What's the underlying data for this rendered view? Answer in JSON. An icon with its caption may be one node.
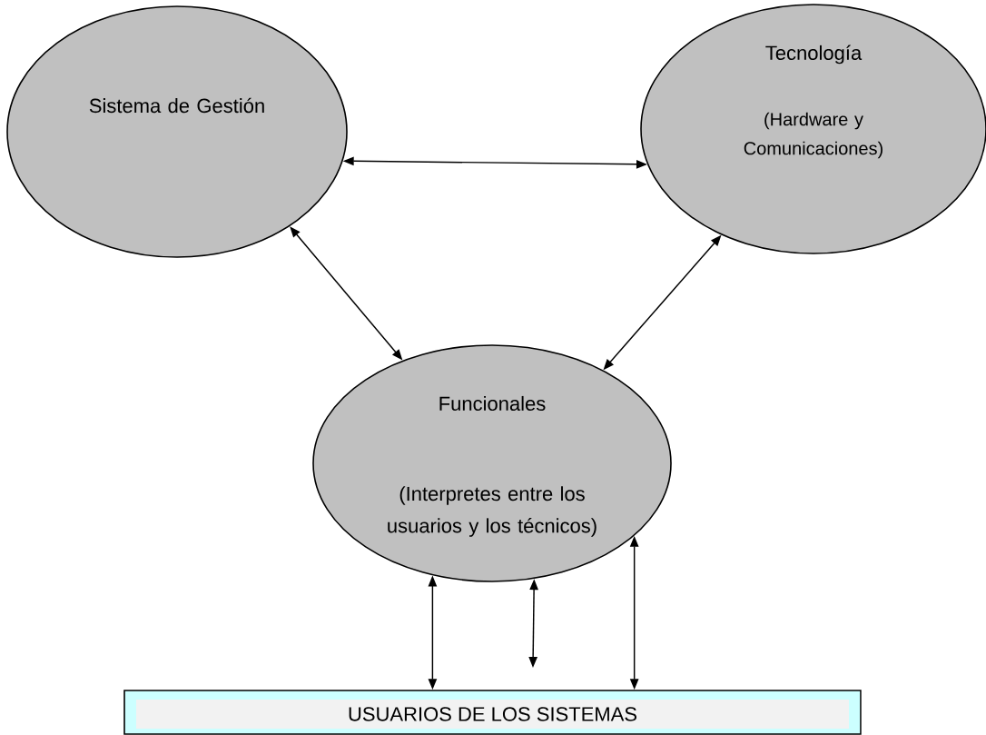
{
  "diagram": {
    "nodes": [
      {
        "text": [
          "Sistema de Gestión"
        ]
      },
      {
        "text": [
          "Tecnología",
          "(Hardware y Comunicaciones)"
        ]
      },
      {
        "text": [
          "Funcionales",
          "(Interpretes entre los usuarios y los técnicos)"
        ]
      },
      {
        "text": [
          "USUARIOS DE LOS SISTEMAS"
        ]
      }
    ],
    "edges": [
      {
        "from": 0,
        "to": 1,
        "arrow": "both"
      },
      {
        "from": 0,
        "to": 2,
        "arrow": "both"
      },
      {
        "from": 1,
        "to": 2,
        "arrow": "both"
      },
      {
        "from": 2,
        "to": 3,
        "arrow": "both"
      },
      {
        "from": 2,
        "to": null,
        "arrow": "both"
      },
      {
        "from": 2,
        "to": 3,
        "arrow": "both"
      }
    ]
  }
}
